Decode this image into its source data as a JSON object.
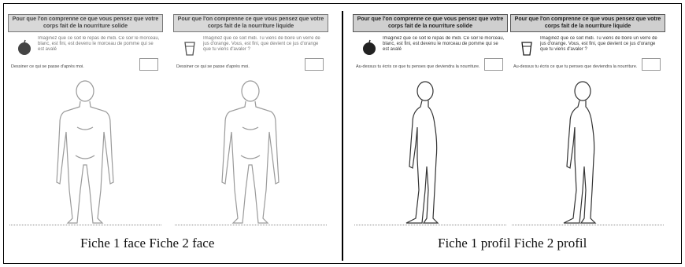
{
  "captions": {
    "face": "Fiche 1 face  Fiche 2 face",
    "profil": "Fiche 1 profil  Fiche 2 profil"
  },
  "sheets": {
    "solid_title": "Pour que l'on comprenne ce que vous pensez que votre corps fait de la nourriture solide",
    "liquid_title": "Pour que l'on comprenne ce que vous pensez que votre corps fait de la nourriture liquide",
    "solid_text": "Imaginez que ce soit le repas de midi. Ce soir le morceau, blanc, est fini, est devenu le morceau de pomme qui se est avalé",
    "liquid_text": "Imaginez que ce soit midi. Tu viens de boire un verre de jus d'orange. Vous, est fini, que devient ce jus d'orange que tu viens d'avaler ?",
    "question": "Dessiner ce qui se passe d'après moi.",
    "instruction": "Au-dessus tu écris ce que tu penses que deviendra la nourriture."
  },
  "colors": {
    "ink": "#111111",
    "faded_ink": "#8a8a8a",
    "header_bg": "#cfcfcf"
  }
}
